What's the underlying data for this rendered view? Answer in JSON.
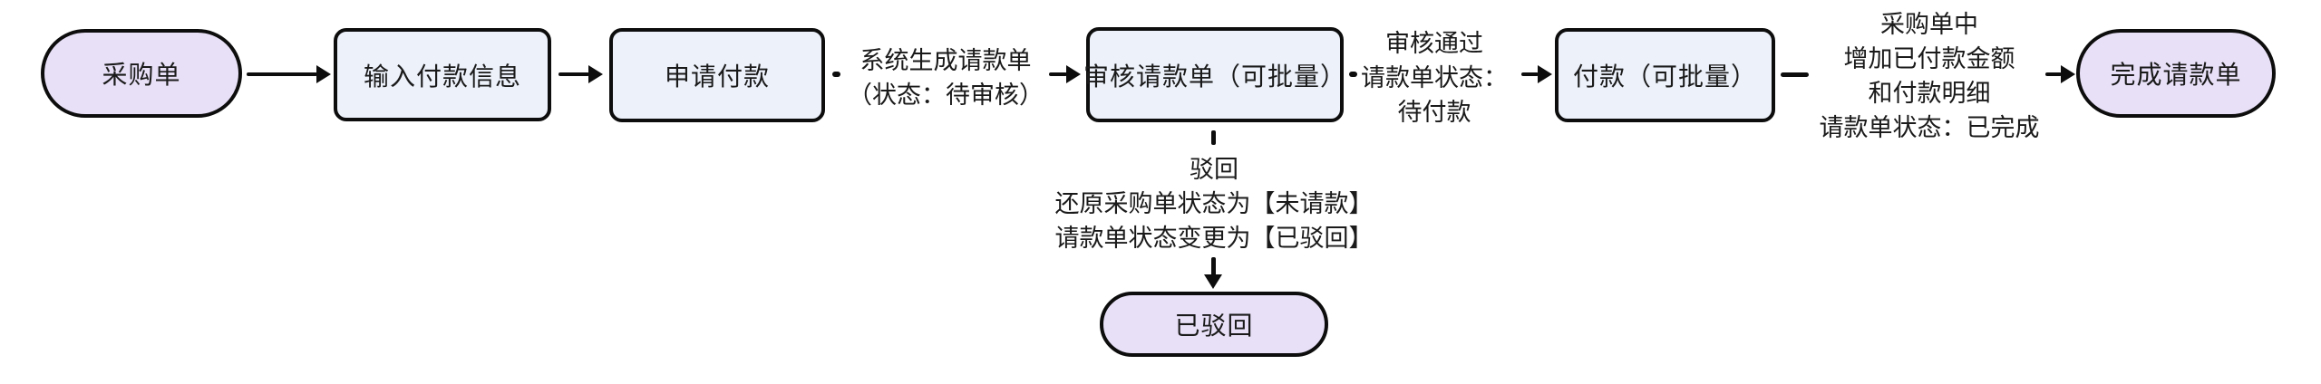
{
  "diagram": {
    "type": "flowchart",
    "direction": "left-to-right",
    "background": "#ffffff",
    "colors": {
      "stadium_fill": "#e8e0f7",
      "rect_fill": "#ecf1fa",
      "border": "#0d0d0d",
      "edge_line": "#000000",
      "text": "#1a1a1a"
    },
    "nodes": [
      {
        "id": "purchase-order",
        "shape": "stadium",
        "label": "采购单"
      },
      {
        "id": "enter-payment-info",
        "shape": "rect",
        "label": "输入付款信息"
      },
      {
        "id": "apply-for-payment",
        "shape": "rect",
        "label": "申请付款"
      },
      {
        "id": "review-payment-request",
        "shape": "rect",
        "label": "审核请款单（可批量）"
      },
      {
        "id": "make-payment",
        "shape": "rect",
        "label": "付款（可批量）"
      },
      {
        "id": "complete-payment-request",
        "shape": "stadium",
        "label": "完成请款单"
      },
      {
        "id": "rejected",
        "shape": "stadium",
        "label": "已驳回"
      }
    ],
    "edges": [
      {
        "from": "采购单",
        "to": "输入付款信息",
        "lines": []
      },
      {
        "from": "输入付款信息",
        "to": "申请付款",
        "lines": []
      },
      {
        "from": "申请付款",
        "to": "审核请款单（可批量）",
        "lines": [
          "系统生成请款单",
          "（状态：待审核）"
        ]
      },
      {
        "from": "审核请款单（可批量）",
        "to": "付款（可批量）",
        "lines": [
          "审核通过",
          "请款单状态：",
          "待付款"
        ]
      },
      {
        "from": "付款（可批量）",
        "to": "完成请款单",
        "lines": [
          "采购单中",
          "增加已付款金额",
          "和付款明细",
          "请款单状态：已完成"
        ]
      },
      {
        "from": "审核请款单（可批量）",
        "to": "已驳回",
        "lines": [
          "驳回",
          "还原采购单状态为【未请款】",
          "请款单状态变更为【已驳回】"
        ]
      }
    ]
  }
}
